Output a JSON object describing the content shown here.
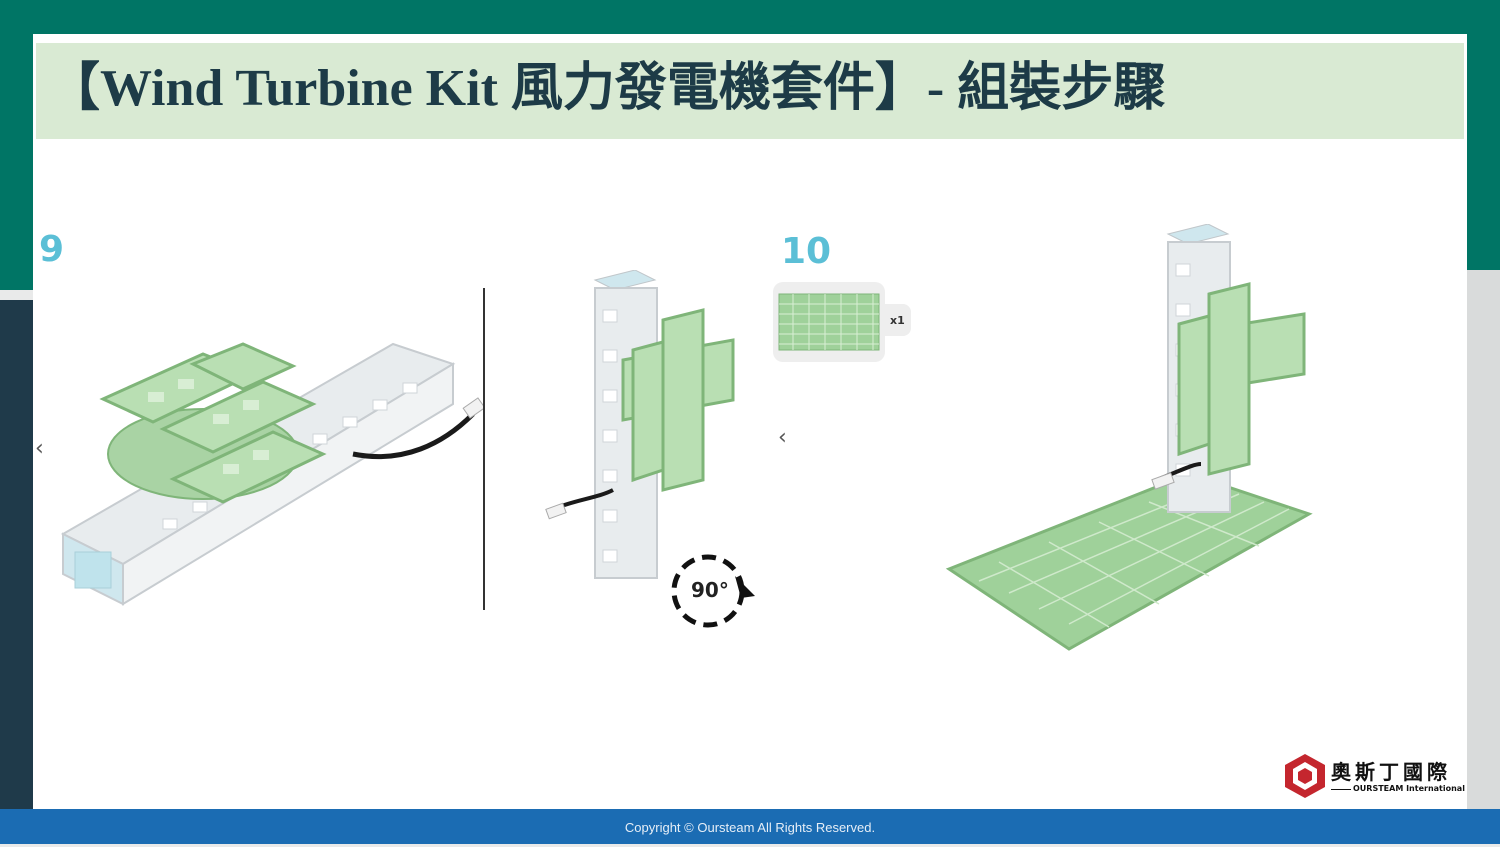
{
  "slide": {
    "title": "【Wind Turbine Kit 風力發電機套件】- 組裝步驟"
  },
  "steps": [
    {
      "number": "9"
    },
    {
      "number": "10",
      "part_quantity": "x1"
    }
  ],
  "rotation": {
    "label": "90°"
  },
  "logo": {
    "name_cn": "奧斯丁國際",
    "name_en": "OURSTEAM International"
  },
  "footer": {
    "copyright": "Copyright © Oursteam All Rights Reserved."
  },
  "colors": {
    "teal_background": "#007565",
    "title_bar": "#d9ead3",
    "step_number": "#5bbfd6",
    "part_green": "#9fd19a",
    "footer": "#1b6cb3"
  }
}
